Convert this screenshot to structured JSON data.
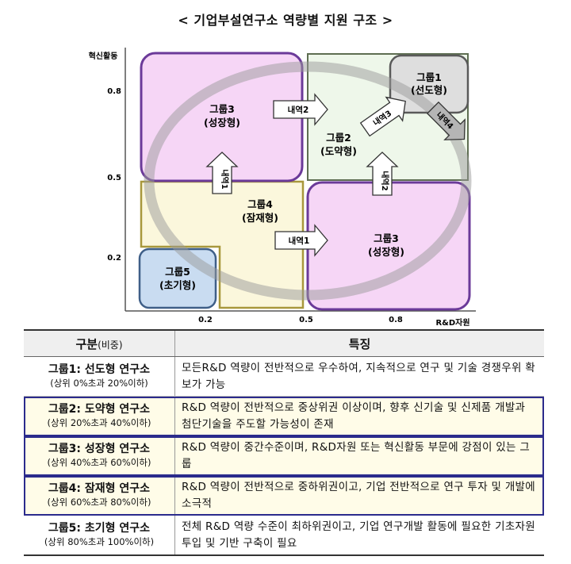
{
  "title": "< 기업부설연구소 역량별 지원 구조 >",
  "diagram": {
    "y_axis_label": "혁신활동",
    "x_axis_label": "R&D자원",
    "y_ticks": [
      "0.8",
      "0.5",
      "0.2"
    ],
    "x_ticks": [
      "0.2",
      "0.5",
      "0.8"
    ],
    "boxes": [
      {
        "name": "그룹1",
        "type": "(선도형)"
      },
      {
        "name": "그룹2",
        "type": "(도약형)"
      },
      {
        "name": "그룹3",
        "type": "(성장형)"
      },
      {
        "name": "그룹4",
        "type": "(잠재형)"
      },
      {
        "name": "그룹5",
        "type": "(초기형)"
      },
      {
        "name": "그룹3",
        "type": "(성장형)"
      }
    ],
    "arrows": [
      "내역1",
      "내역2",
      "내역3",
      "내역4",
      "내역1",
      "내역2"
    ],
    "colors": {
      "group1_fill": "#dedede",
      "group1_border": "#5a5a5a",
      "group2_fill": "#eef7ea",
      "group2_border": "#5e6e52",
      "group3_fill": "#f6d6f6",
      "group3_border": "#6b3a99",
      "group4_fill": "#fbf7dc",
      "group4_border": "#a8983c",
      "group5_fill": "#c9dcf1",
      "group5_border": "#3f5f88"
    }
  },
  "table": {
    "header": {
      "category": "구분",
      "category_sub": "(비중)",
      "feature": "특징"
    },
    "rows": [
      {
        "name": "그룹1: 선도형 연구소",
        "range": "(상위 0%초과 20%이하)",
        "desc": "모든R&D 역량이 전반적으로 우수하여, 지속적으로 연구 및 기술 경쟁우위 확보가 가능"
      },
      {
        "name": "그룹2: 도약형 연구소",
        "range": "(상위 20%초과 40%이하)",
        "desc": "R&D 역량이 전반적으로 중상위권 이상이며, 향후 신기술 및 신제품 개발과 첨단기술을 주도할 가능성이 존재"
      },
      {
        "name": "그룹3: 성장형 연구소",
        "range": "(상위 40%초과 60%이하)",
        "desc": "R&D 역량이 중간수준이며, R&D자원 또는 혁신활동 부문에 강점이 있는 그룹"
      },
      {
        "name": "그룹4: 잠재형 연구소",
        "range": "(상위 60%초과 80%이하)",
        "desc": "R&D 역량이 전반적으로 중하위권이고, 기업 전반적으로 연구 투자 및 개발에 소극적"
      },
      {
        "name": "그룹5: 초기형 연구소",
        "range": "(상위 80%초과 100%이하)",
        "desc": "전체 R&D 역량 수준이 최하위권이고, 기업 연구개발 활동에 필요한 기초자원 투입 및 기반 구축이 필요"
      }
    ]
  }
}
